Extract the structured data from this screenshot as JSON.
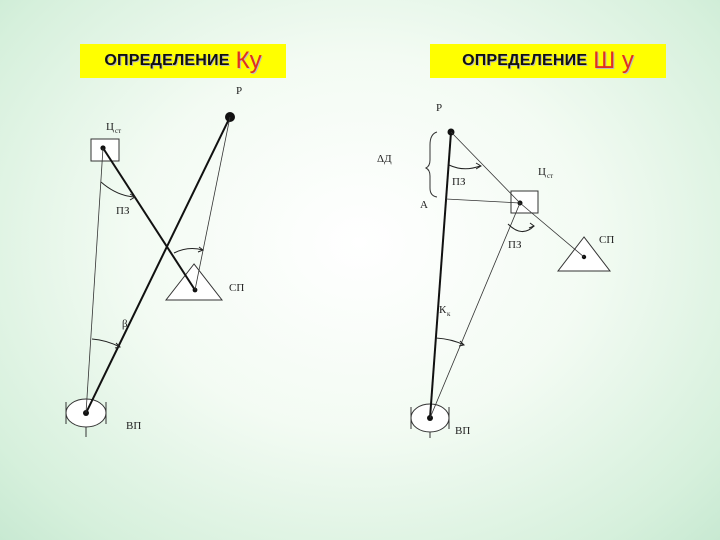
{
  "left_panel": {
    "title_main": "ОПРЕДЕЛЕНИЕ",
    "title_accent": "Ку",
    "labels": {
      "p": "Р",
      "c": "Ц",
      "c_sub": "ст",
      "pz": "ПЗ",
      "sp": "СП",
      "beta": "β",
      "vp": "ВП"
    }
  },
  "right_panel": {
    "title_main": "ОПРЕДЕЛЕНИЕ",
    "title_accent": "Ш у",
    "labels": {
      "p": "Р",
      "delta_d": "ΔД",
      "pz_top": "ПЗ",
      "c": "Ц",
      "c_sub": "ст",
      "a": "А",
      "sp": "СП",
      "pz_mid": "ПЗ",
      "k": "К",
      "k_sub": "к",
      "vp": "ВП"
    }
  }
}
